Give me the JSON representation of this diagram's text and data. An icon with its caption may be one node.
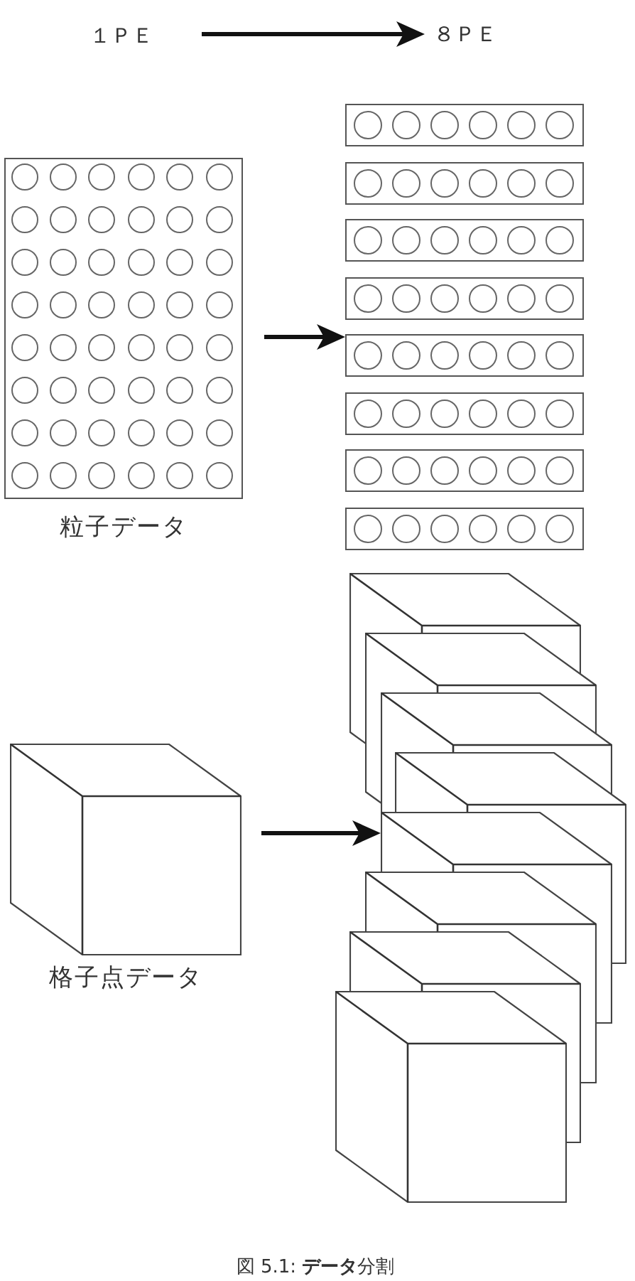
{
  "diagram": {
    "caption": "図 5.1: **データ**分割",
    "nodes": [
      {
        "text": [
          "１ＰＥ"
        ]
      },
      {
        "text": [
          "８ＰＥ"
        ]
      },
      {
        "text": [
          "粒子データ"
        ]
      },
      {
        "text": [],
        "shape": "box"
      },
      {
        "text": [],
        "shape": "box"
      },
      {
        "text": [],
        "shape": "box"
      },
      {
        "text": [],
        "shape": "box"
      },
      {
        "text": [],
        "shape": "box"
      },
      {
        "text": [],
        "shape": "box"
      },
      {
        "text": [],
        "shape": "box"
      },
      {
        "text": [],
        "shape": "box"
      },
      {
        "text": [
          "格子点データ"
        ]
      },
      {
        "text": [],
        "shape": "cube"
      },
      {
        "text": [],
        "shape": "cube"
      },
      {
        "text": [],
        "shape": "cube"
      },
      {
        "text": [],
        "shape": "cube"
      },
      {
        "text": [],
        "shape": "cube"
      },
      {
        "text": [],
        "shape": "cube"
      },
      {
        "text": [],
        "shape": "cube"
      },
      {
        "text": [],
        "shape": "cube"
      }
    ],
    "edges": [
      {
        "from": 0,
        "to": 1,
        "arrow": "to"
      },
      {
        "from": 2,
        "to": 7,
        "arrow": "to"
      },
      {
        "from": 11,
        "to": 16,
        "arrow": "to"
      }
    ]
  }
}
